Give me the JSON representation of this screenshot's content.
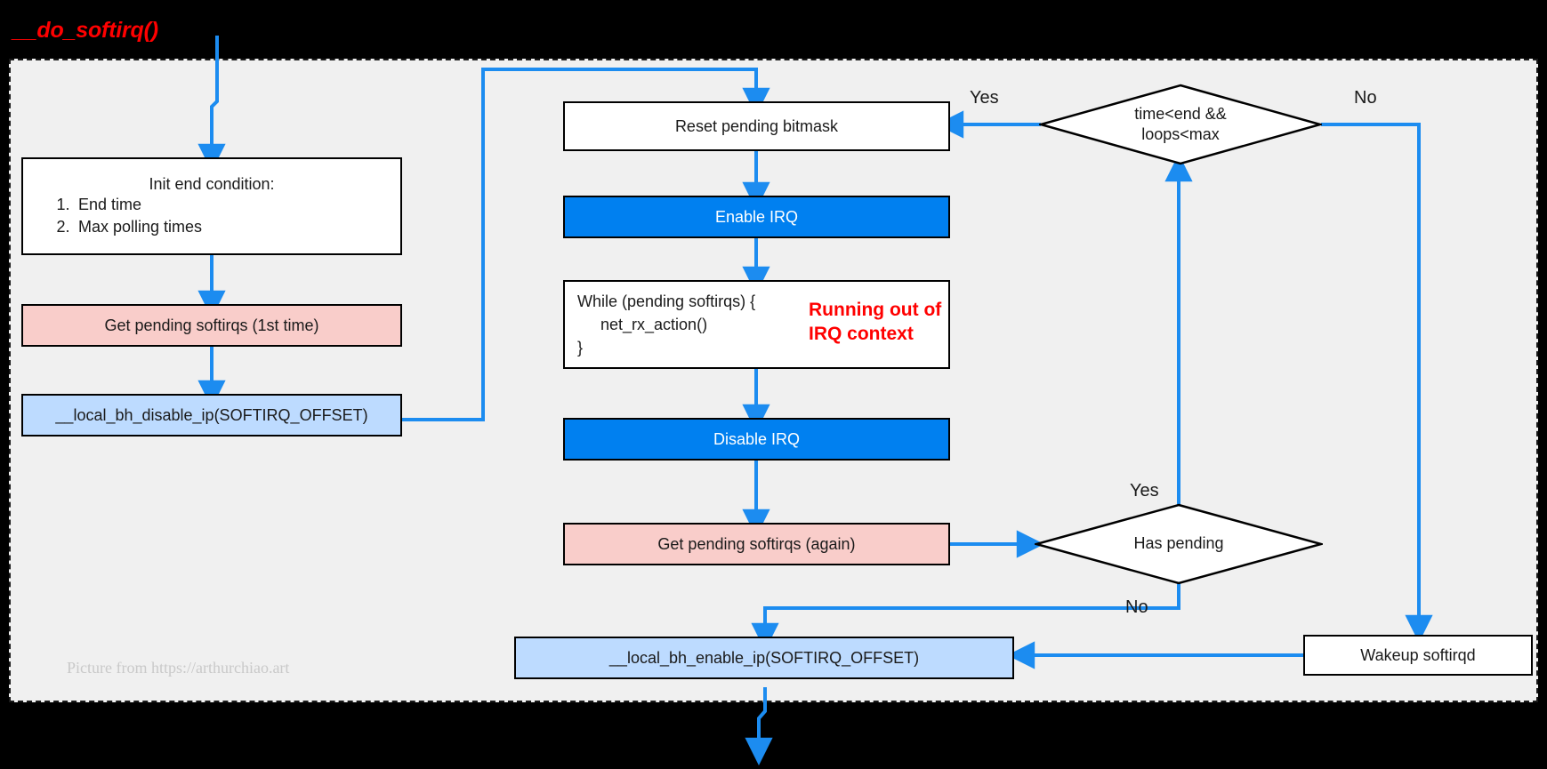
{
  "title": "__do_softirq()",
  "watermark": "Picture from https://arthurchiao.art",
  "colors": {
    "accent_blue": "#0080f0",
    "arrow_blue": "#1c8cf0",
    "pink_fill": "#f9cdca",
    "light_blue_fill": "#bddbff",
    "red_text": "#ff0000",
    "region_fill": "#f0f0f0",
    "page_background": "#000000"
  },
  "nodes": {
    "init_end_condition": {
      "header": "Init end condition:",
      "items": [
        {
          "num": "1.",
          "text": "End time"
        },
        {
          "num": "2.",
          "text": "Max polling times"
        }
      ]
    },
    "get_pending_first": "Get pending softirqs (1st time)",
    "local_bh_disable": "__local_bh_disable_ip(SOFTIRQ_OFFSET)",
    "reset_bitmask": "Reset pending bitmask",
    "enable_irq": "Enable IRQ",
    "while_loop": {
      "line1": "While (pending softirqs) {",
      "line2": "net_rx_action()",
      "line3": "}"
    },
    "running_out_note": {
      "line1": "Running out of",
      "line2": "IRQ context"
    },
    "disable_irq": "Disable IRQ",
    "get_pending_again": "Get pending softirqs (again)",
    "local_bh_enable": "__local_bh_enable_ip(SOFTIRQ_OFFSET)",
    "wakeup_softirqd": "Wakeup softirqd"
  },
  "decisions": {
    "loop_condition": {
      "line1": "time<end &&",
      "line2": "loops<max"
    },
    "has_pending": {
      "line1": "Has pending"
    }
  },
  "edge_labels": {
    "loop_yes": "Yes",
    "loop_no": "No",
    "pending_yes": "Yes",
    "pending_no": "No"
  }
}
